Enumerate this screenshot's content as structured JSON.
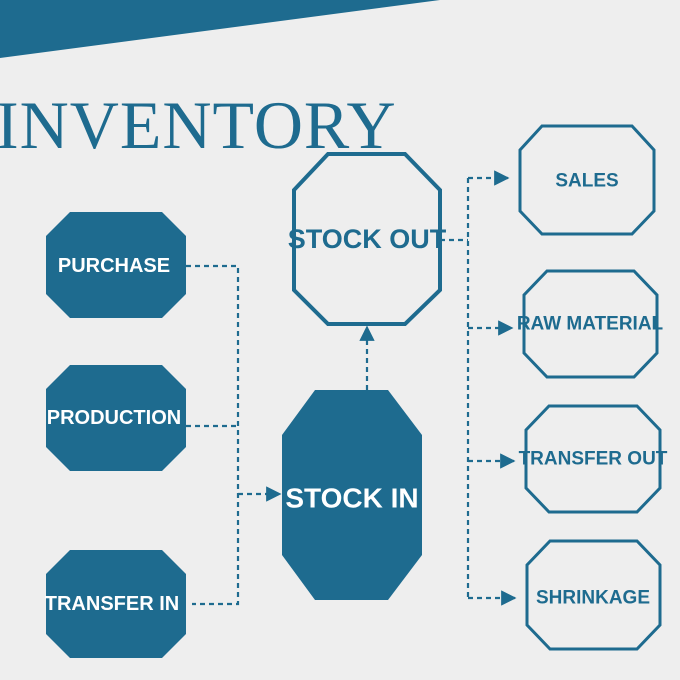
{
  "title": "INVENTORY",
  "colors": {
    "primary": "#1e6b8f",
    "background": "#eeeeee",
    "text_light": "#ffffff"
  },
  "nodes": {
    "purchase": "PURCHASE",
    "production": "PRODUCTION",
    "transfer_in": "TRANSFER IN",
    "stock_in": "STOCK IN",
    "stock_out": "STOCK OUT",
    "sales": "SALES",
    "raw_material": "RAW MATERIAL",
    "transfer_out": "TRANSFER OUT",
    "shrinkage": "SHRINKAGE"
  }
}
